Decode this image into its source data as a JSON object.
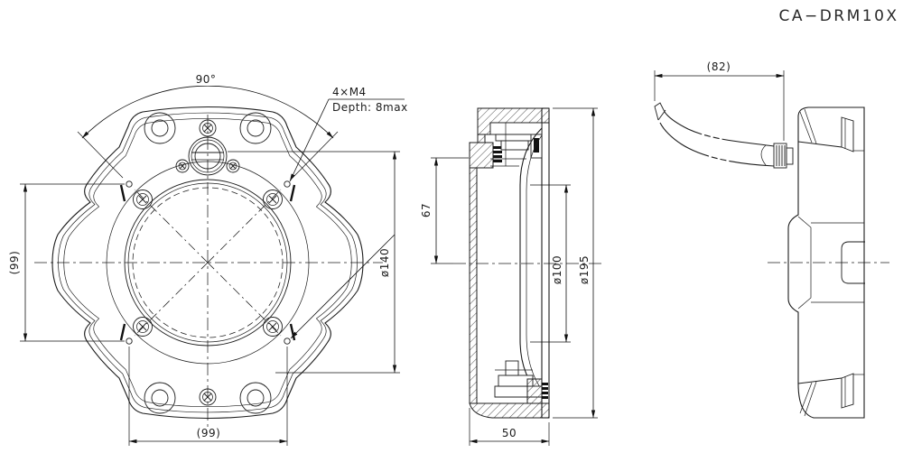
{
  "title": "CA−DRM10X",
  "views": {
    "front": {
      "angle_between_holes": "90°",
      "thread_callout": "4×M4",
      "thread_depth": "Depth: 8max",
      "hole_spacing_horizontal": "(99)",
      "hole_spacing_vertical": "(99)",
      "bolt_circle_diameter": "ø140"
    },
    "section": {
      "center_height": "67",
      "inner_diameter": "ø100",
      "outer_diameter": "ø195",
      "base_depth": "50"
    },
    "side": {
      "cable_projection": "(82)"
    }
  }
}
